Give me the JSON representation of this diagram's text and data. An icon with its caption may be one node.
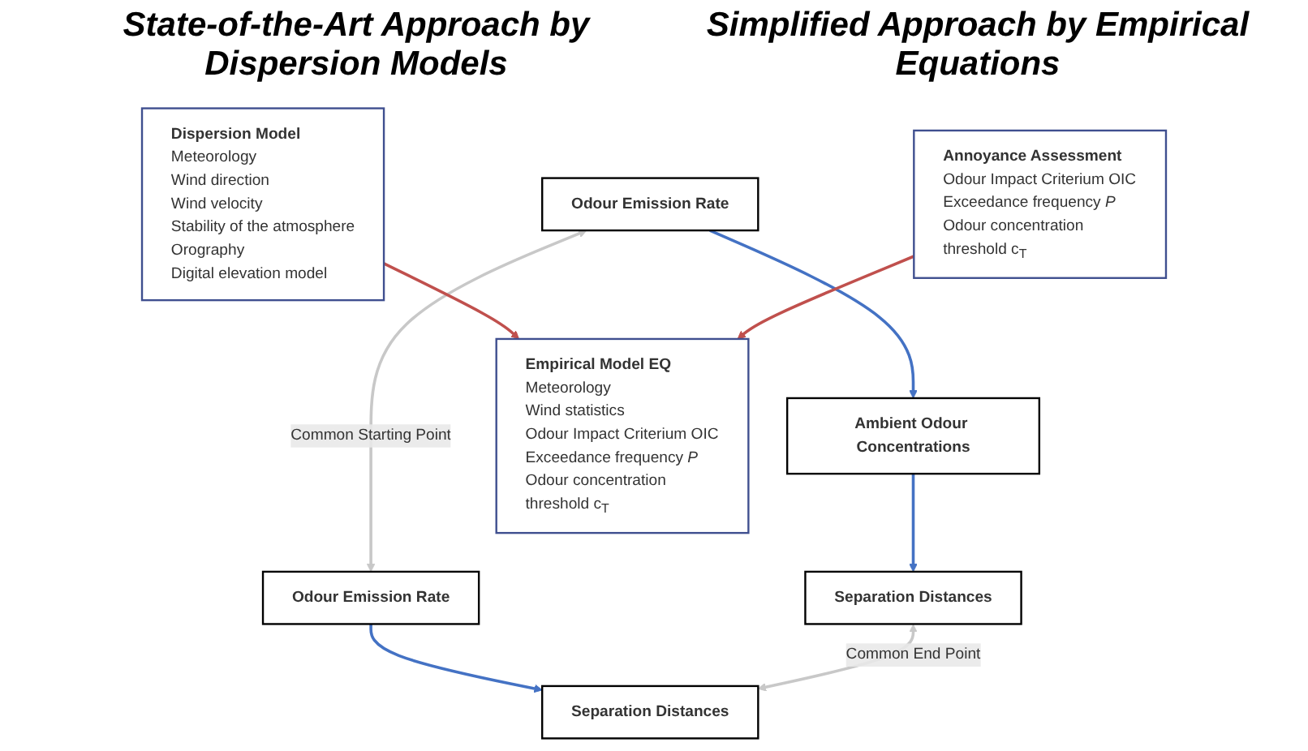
{
  "diagram": {
    "nodes": [
      {
        "text": [
          "Odour Emission Rate"
        ]
      },
      {
        "text": [
          "Odour Emission Rate"
        ]
      },
      {
        "text": [
          "Dispersion Model",
          "Meteorology",
          "Wind direction",
          "Wind velocity",
          "Stability of the atmosphere",
          "Orography",
          "Digital elevation model"
        ]
      },
      {
        "text": [
          "Ambient Odour Concentrations"
        ]
      },
      {
        "text": [
          "Empirical Model EQ",
          "Meteorology",
          "Wind statistics",
          "Odour Impact Criterium OIC",
          "Exceedance frequency *P*",
          "Odour concentration threshold c$_{T}$"
        ]
      },
      {
        "text": [
          "Annoyance Assessment",
          "Odour Impact Criterium OIC",
          "Exceedance frequency *P*",
          "Odour concentration threshold c$_{T}$"
        ]
      },
      {
        "text": [
          "Separation Distances"
        ]
      },
      {
        "text": [
          "Separation Distances"
        ]
      }
    ],
    "edges": [
      {
        "from": 0,
        "to": 1,
        "arrow": "both",
        "label": "Common Starting Point",
        "color": "#c8c8c8"
      },
      {
        "from": 0,
        "to": 3,
        "arrow": "to",
        "color": "#4472c4"
      },
      {
        "from": 2,
        "to": 4,
        "arrow": "to",
        "color": "#c0504d"
      },
      {
        "from": 1,
        "to": 7,
        "arrow": "to",
        "color": "#4472c4"
      },
      {
        "from": 3,
        "to": 6,
        "arrow": "to",
        "color": "#4472c4"
      },
      {
        "from": 5,
        "to": 4,
        "arrow": "to",
        "color": "#c0504d"
      },
      {
        "from": 6,
        "to": 7,
        "arrow": "both",
        "label": "Common End Point",
        "color": "#c8c8c8"
      }
    ],
    "labels": [
      "State-of-the-Art Approach by Dispersion Models",
      "Simplified Approach by Empirical Equations"
    ]
  }
}
